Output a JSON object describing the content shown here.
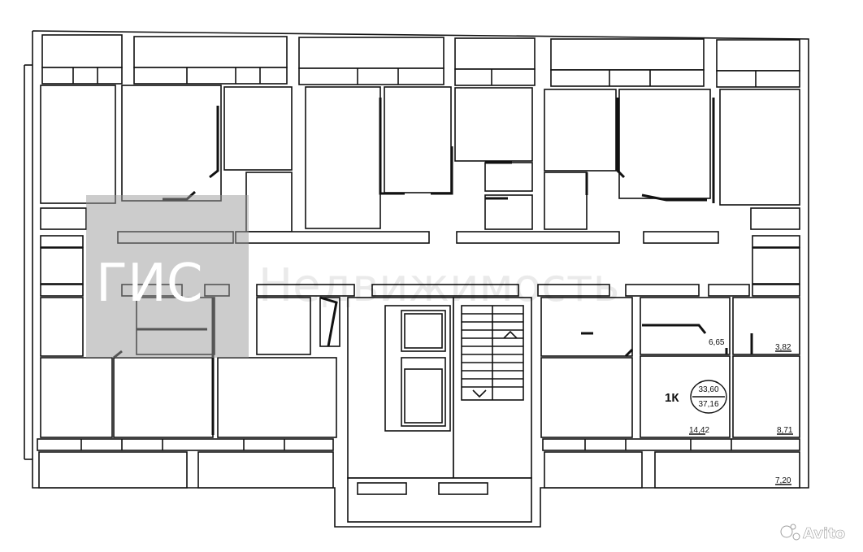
{
  "watermark": {
    "box_text": "ГИС",
    "text": "Недвижимость"
  },
  "apartment": {
    "type_label": "1К",
    "living_area": "33,60",
    "total_area": "37,16"
  },
  "room_areas": {
    "corridor": "6,65",
    "bathroom": "3,82",
    "living_room": "14,42",
    "kitchen": "8,71",
    "loggia": "7,20"
  },
  "brand_watermark": {
    "text": "Avito"
  },
  "colors": {
    "wall": "#111111",
    "background": "#ffffff",
    "watermark_box": "#9a9a9a"
  }
}
